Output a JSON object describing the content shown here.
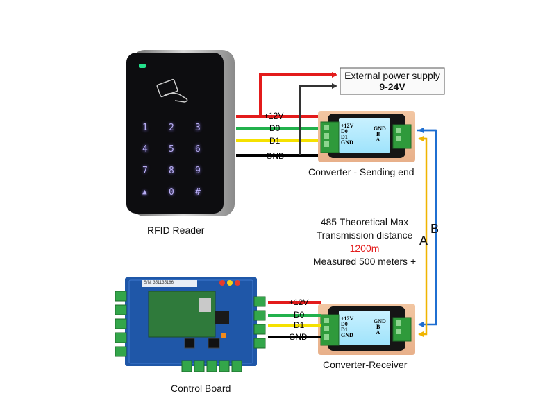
{
  "colors": {
    "power": "#e31b1b",
    "d0": "#22b14c",
    "d1": "#f5e100",
    "gnd": "#000000",
    "power_return": "#333333",
    "line_a": "#f0b400",
    "line_b": "#1f6fd1",
    "accent_distance": "#e31b1b"
  },
  "power_supply": {
    "label_line1": "External power supply",
    "label_line2": "9-24V"
  },
  "reader": {
    "label": "RFID Reader",
    "keys": [
      "1",
      "2",
      "3",
      "4",
      "5",
      "6",
      "7",
      "8",
      "9",
      "▲",
      "0",
      "#"
    ],
    "icon": "card-reading-hand-icon"
  },
  "wires_top": {
    "v12": "+12V",
    "d0": "D0",
    "d1": "D1",
    "gnd": "GND"
  },
  "wires_bottom": {
    "v12": "+12V",
    "d0": "D0",
    "d1": "D1",
    "gnd": "GND"
  },
  "converter_send": {
    "label": "Converter - Sending end",
    "left_terminals": "+12V\nD0\nD1\nGND",
    "right_terminals": "GND\n  B\n  A"
  },
  "converter_recv": {
    "label": "Converter-Receiver",
    "left_terminals": "+12V\nD0\nD1\nGND",
    "right_terminals": "GND\n  B\n  A"
  },
  "bus": {
    "a": "A",
    "b": "B"
  },
  "distance": {
    "line1": "485 Theoretical Max",
    "line2": "Transmission distance",
    "line3": "1200m",
    "line4": "Measured 500 meters +"
  },
  "control_board": {
    "label": "Control Board",
    "serial": "S/N: 351135186"
  }
}
